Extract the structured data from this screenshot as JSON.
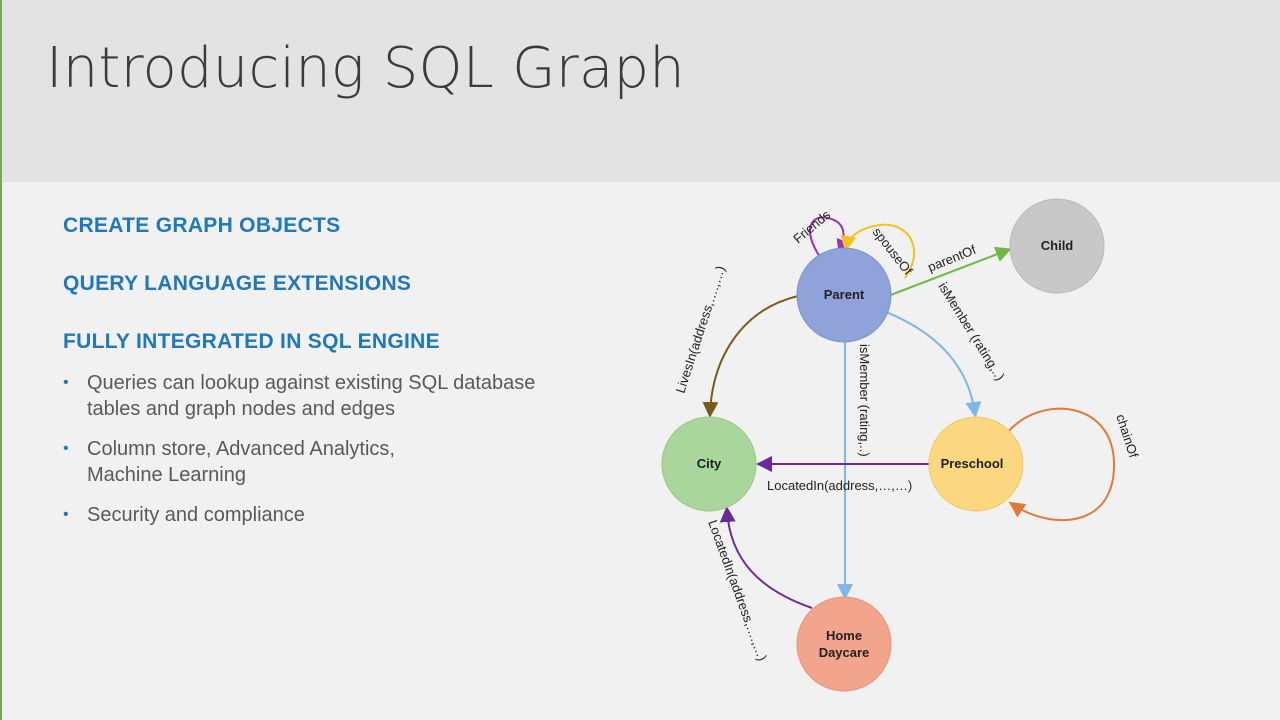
{
  "slide": {
    "title": "Introducing SQL Graph",
    "headings": [
      "CREATE GRAPH OBJECTS",
      "QUERY LANGUAGE EXTENSIONS",
      "FULLY INTEGRATED IN SQL ENGINE"
    ],
    "bullets": [
      "Queries can lookup against existing SQL database tables and graph nodes and edges",
      "Column store, Advanced Analytics, Machine Learning",
      "Security and compliance"
    ],
    "bullet_glyph": "•"
  },
  "graph": {
    "nodes": {
      "parent": "Parent",
      "child": "Child",
      "city": "City",
      "preschool": "Preschool",
      "home_daycare_line1": "Home",
      "home_daycare_line2": "Daycare"
    },
    "edges": {
      "friends": "Friends",
      "spouse_of": "spouseOf",
      "parent_of": "parentOf",
      "is_member_preschool": "isMember (rating,..)",
      "is_member_daycare": "isMember (rating,..)",
      "lives_in": "LivesIn(address,….,…)",
      "located_in_preschool": "LocatedIn(address,…,…)",
      "located_in_daycare": "LocatedIn(address,….,…)",
      "chain_of": "chainOf"
    },
    "colors": {
      "parent": "#8fa3da",
      "child": "#c8c8c8",
      "city": "#a9d69a",
      "preschool": "#fad780",
      "home_daycare": "#f2a48c",
      "friends_edge": "#9b33b8",
      "spouse_edge": "#f2c220",
      "parent_of_edge": "#70b844",
      "is_member_edge": "#7fb6e8",
      "lives_in_edge": "#7a5a1c",
      "located_in_edge": "#6a2a9a",
      "chain_of_edge": "#e07a3a",
      "heading_blue": "#1f77bd"
    }
  }
}
